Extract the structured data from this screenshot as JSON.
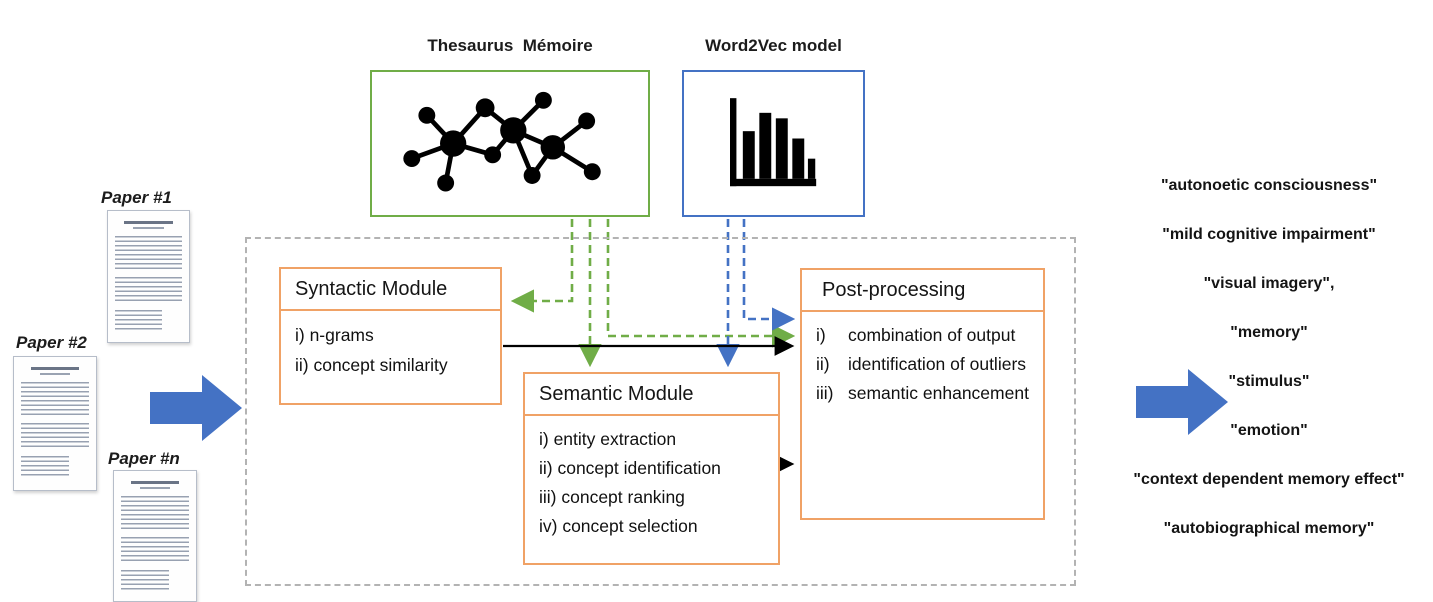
{
  "sources": {
    "thesaurus": {
      "label": "Thesaurus  Mémoire"
    },
    "word2vec": {
      "label": "Word2Vec model"
    }
  },
  "papers": {
    "paper1": "Paper #1",
    "paper2": "Paper #2",
    "papern": "Paper #n"
  },
  "pipeline": {
    "syntactic": {
      "title": "Syntactic Module",
      "items": [
        "i) n-grams",
        "ii) concept similarity"
      ]
    },
    "semantic": {
      "title": "Semantic Module",
      "items": [
        "i) entity extraction",
        "ii) concept identification",
        "iii) concept ranking",
        "iv) concept selection"
      ]
    },
    "post": {
      "title": "Post-processing",
      "items": [
        {
          "marker": "i)",
          "text": "combination of output"
        },
        {
          "marker": "ii)",
          "text": "identification of outliers"
        },
        {
          "marker": "iii)",
          "text": "semantic enhancement"
        }
      ]
    }
  },
  "outputs": [
    "\"autonoetic consciousness\"",
    "\"mild cognitive impairment\"",
    "\"visual imagery\",",
    "\"memory\"",
    "\"stimulus\"",
    "\"emotion\"",
    "\"context dependent memory effect\"",
    "\"autobiographical memory\""
  ],
  "colors": {
    "thesaurus_green": "#70ad47",
    "word2vec_blue": "#4472c4",
    "module_orange": "#f0a266",
    "pipeline_dash_gray": "#b3b3b3",
    "flow_arrow_blue": "#4472c4",
    "connector_black": "#000000"
  }
}
